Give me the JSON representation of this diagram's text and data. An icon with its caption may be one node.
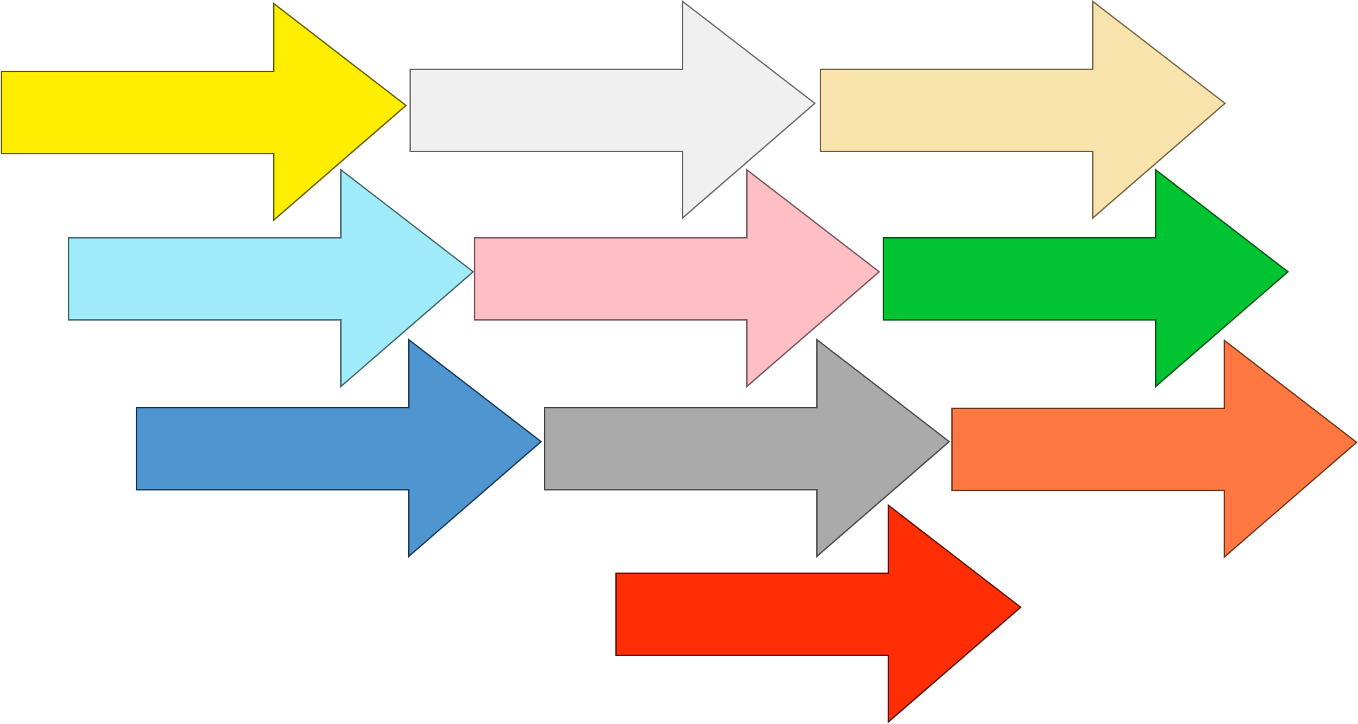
{
  "diagram": {
    "nodes": [
      {
        "text": [],
        "shape": "arrow"
      },
      {
        "text": [],
        "shape": "arrow"
      },
      {
        "text": [],
        "shape": "arrow"
      },
      {
        "text": [],
        "shape": "arrow"
      },
      {
        "text": [],
        "shape": "arrow"
      },
      {
        "text": [],
        "shape": "arrow"
      },
      {
        "text": [],
        "shape": "arrow"
      },
      {
        "text": [],
        "shape": "arrow"
      },
      {
        "text": [],
        "shape": "arrow"
      },
      {
        "text": [],
        "shape": "arrow"
      }
    ]
  }
}
